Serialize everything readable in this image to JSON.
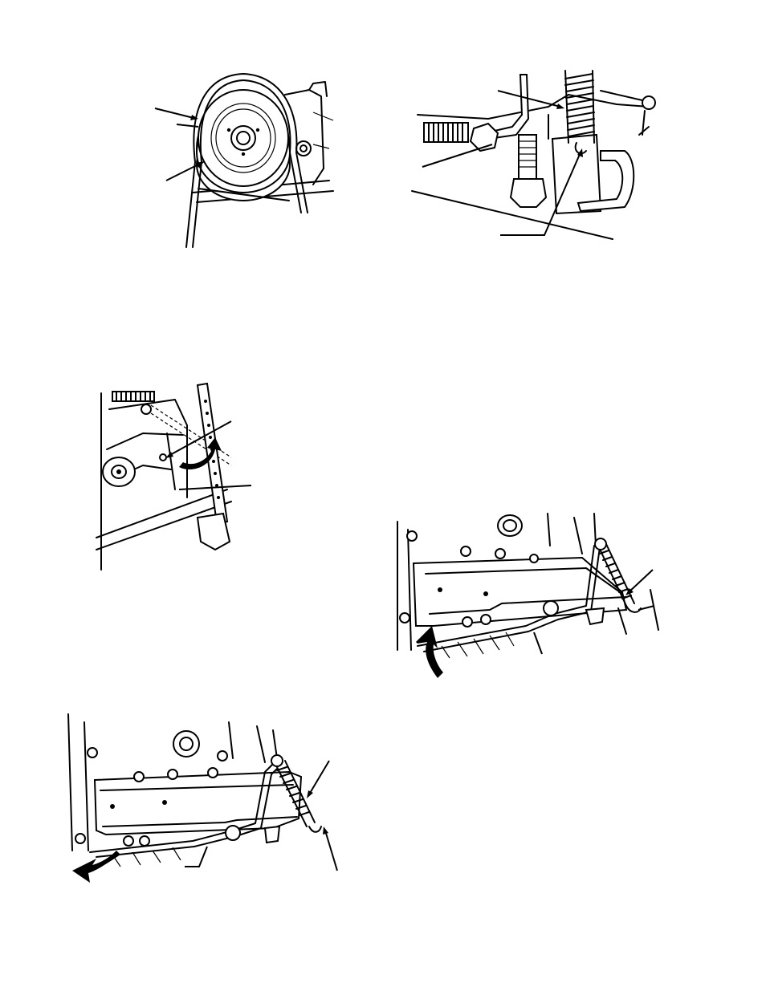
{
  "page": {
    "figures": [
      {
        "id": "deck-pulley-belt",
        "callouts": 2
      },
      {
        "id": "idler-spring-bracket",
        "callouts": 3
      },
      {
        "id": "deck-side-link",
        "callouts": 2
      },
      {
        "id": "deck-front-rod-raise",
        "callouts": 2
      },
      {
        "id": "deck-front-rod-lower",
        "callouts": 2
      }
    ]
  }
}
